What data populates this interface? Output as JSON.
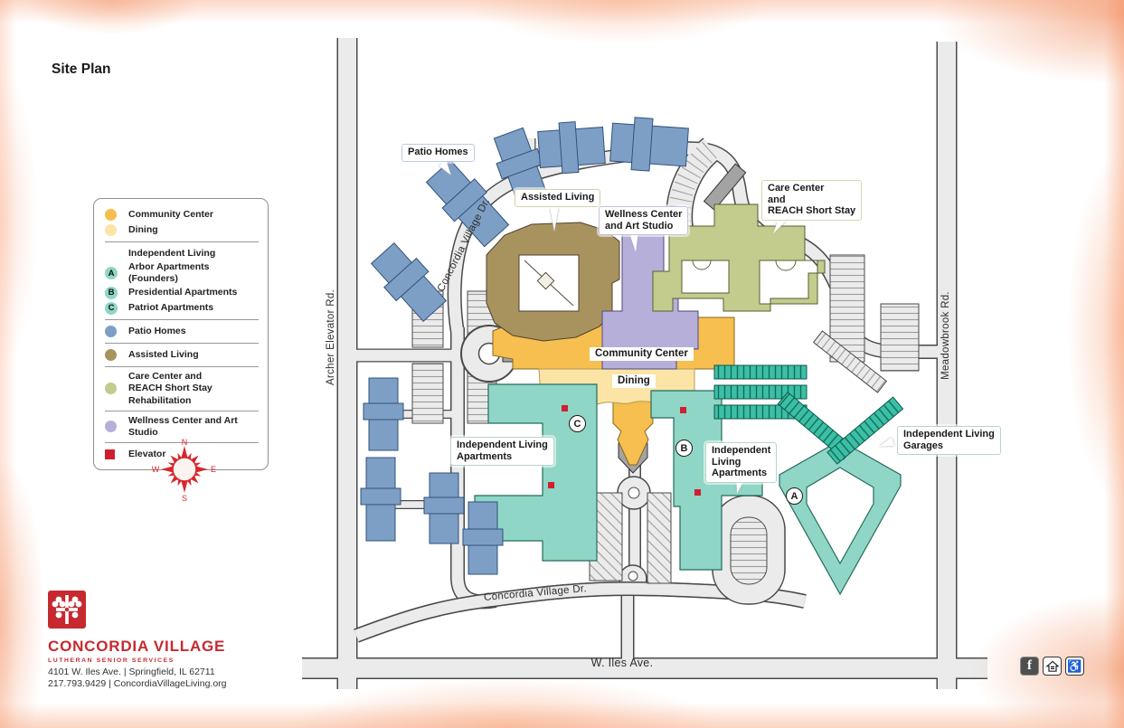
{
  "title": "Site Plan",
  "legend": {
    "items": [
      {
        "swatch": "circle",
        "color": "#F5BE4E",
        "label": "Community Center"
      },
      {
        "swatch": "circle",
        "color": "#FBE4A5",
        "label": "Dining"
      },
      {
        "swatch": "none",
        "label": "Independent Living"
      },
      {
        "swatch": "letter",
        "color": "#8FD6C6",
        "letter": "A",
        "label": "Arbor Apartments (Founders)"
      },
      {
        "swatch": "letter",
        "color": "#8FD6C6",
        "letter": "B",
        "label": "Presidential Apartments"
      },
      {
        "swatch": "letter",
        "color": "#8FD6C6",
        "letter": "C",
        "label": "Patriot Apartments"
      },
      {
        "swatch": "circle",
        "color": "#7E9FC5",
        "label": "Patio Homes"
      },
      {
        "swatch": "circle",
        "color": "#A8935F",
        "label": "Assisted Living"
      },
      {
        "swatch": "circle",
        "color": "#C3CB8D",
        "label": "Care Center and",
        "label2": "REACH Short Stay Rehabilitation"
      },
      {
        "swatch": "circle",
        "color": "#B6AFDA",
        "label": "Wellness Center and Art Studio"
      },
      {
        "swatch": "square",
        "color": "#CE2030",
        "label": "Elevator"
      }
    ]
  },
  "map": {
    "callouts": {
      "patio_homes": "Patio Homes",
      "assisted_living": "Assisted Living",
      "wellness_line1": "Wellness Center",
      "wellness_line2": "and Art Studio",
      "care_line1": "Care Center",
      "care_line2": "and",
      "care_line3": "REACH Short Stay",
      "community_center": "Community Center",
      "dining": "Dining",
      "ila_left_line1": "Independent Living",
      "ila_left_line2": "Apartments",
      "ila_right_line1": "Independent",
      "ila_right_line2": "Living",
      "ila_right_line3": "Apartments",
      "garages_line1": "Independent Living",
      "garages_line2": "Garages"
    },
    "roads": {
      "archer": "Archer Elevator Rd.",
      "meadowbrook": "Meadowbrook Rd.",
      "w_iles": "W. Iles  Ave.",
      "concordia_upper": "Concordia Village Dr.",
      "concordia_lower": "Concordia Village Dr."
    },
    "markers": {
      "a": "A",
      "b": "B",
      "c": "C"
    }
  },
  "compass": {
    "n": "N",
    "e": "E",
    "s": "S",
    "w": "W"
  },
  "footer": {
    "brand": "CONCORDIA VILLAGE",
    "brand_sub": "LUTHERAN SENIOR SERVICES",
    "address_line1": "4101 W. Iles Ave.  |  Springfield, IL 62711",
    "address_line2": "217.793.9429  |  ConcordiaVillageLiving.org",
    "facebook_glyph": "f",
    "wheelchair_glyph": "♿"
  },
  "colors": {
    "brand_red": "#C62A30",
    "community_center": "#F7BF4F",
    "dining": "#FBE4A5",
    "independent_living": "#8FD6C6",
    "patio_homes": "#7E9FC5",
    "assisted_living": "#A8935F",
    "care_center": "#C3CB8D",
    "wellness": "#B6AFDA",
    "elevator": "#CE2030",
    "garage": "#3DBFA6",
    "road_fill": "#EBEBEB"
  }
}
